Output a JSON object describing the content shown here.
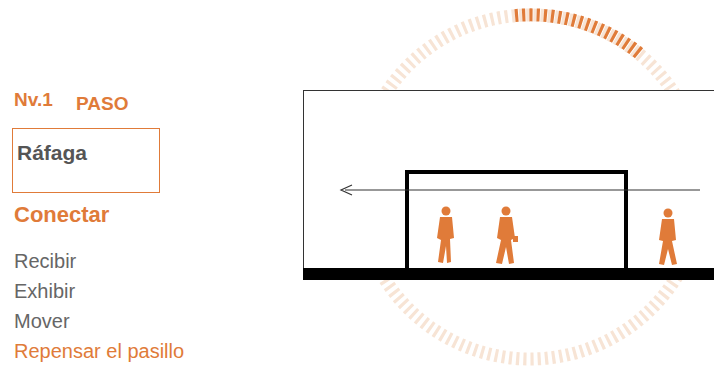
{
  "diagram": {
    "nodes": [
      {
        "text": [
          "Ráfaga"
        ]
      }
    ],
    "labels": [
      "Nv.1",
      "PASO",
      "Conectar",
      "Recibir",
      "Exhibir",
      "Mover",
      "Repensar el pasillo"
    ]
  }
}
